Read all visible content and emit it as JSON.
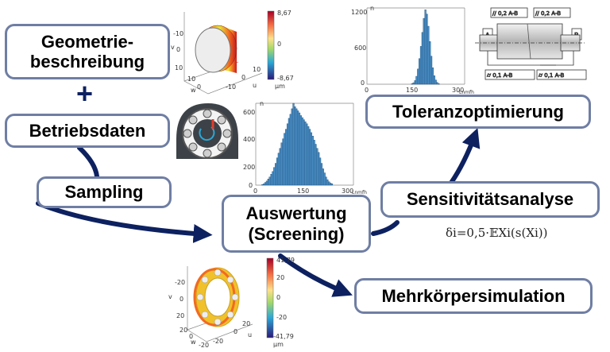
{
  "colors": {
    "box_border": "#6f7ea3",
    "arrow": "#0d2160",
    "bar_fill": "#4a90c8",
    "bar_stroke": "#1f4e79"
  },
  "boxes": {
    "geometry": "Geometrie-\nbeschreibung",
    "operating": "Betriebsdaten",
    "sampling": "Sampling",
    "evaluation": "Auswertung\n(Screening)",
    "sensitivity": "Sensitivitätsanalyse",
    "tolerance": "Toleranzoptimierung",
    "multibody": "Mehrkörpersimulation"
  },
  "plus": "+",
  "formula": "δi=0,5·𝔼Xi(s(Xi))",
  "disk_plot": {
    "ticks_y": [
      "-10",
      "0",
      "10"
    ],
    "ticks_w": [
      "10",
      "0"
    ],
    "ticks_u": [
      "-10",
      "0",
      "10"
    ],
    "axis_v": "v",
    "axis_w": "w",
    "axis_u": "u",
    "colorbar": [
      "8,67",
      "0",
      "-8,67"
    ],
    "unit": "µm"
  },
  "ring_plot": {
    "ticks_y": [
      "-20",
      "0",
      "20"
    ],
    "ticks_w": [
      "20",
      "0",
      "-20"
    ],
    "ticks_u": [
      "-20",
      "0",
      "20"
    ],
    "axis_v": "v",
    "axis_w": "w",
    "axis_u": "u",
    "colorbar": [
      "41,79",
      "20",
      "0",
      "-20",
      "-41,79"
    ],
    "unit": "µm"
  },
  "chart_data": [
    {
      "type": "bar",
      "ylabel": "n",
      "xlabel": "Lnmfh",
      "xlim": [
        0,
        330
      ],
      "ylim": [
        0,
        600
      ],
      "xticks": [
        "0",
        "150",
        "300"
      ],
      "yticks": [
        "0",
        "200",
        "400",
        "600"
      ],
      "bin_start": 20,
      "bin_width": 5,
      "values": [
        5,
        10,
        20,
        30,
        45,
        60,
        80,
        100,
        130,
        160,
        200,
        235,
        270,
        310,
        340,
        380,
        410,
        450,
        490,
        520,
        560,
        600,
        575,
        560,
        545,
        530,
        510,
        495,
        480,
        465,
        450,
        430,
        410,
        385,
        360,
        330,
        300,
        270,
        240,
        200,
        160,
        120,
        90,
        60,
        40,
        25,
        15,
        10
      ]
    },
    {
      "type": "bar",
      "ylabel": "n",
      "xlabel": "Lnmfh",
      "xlim": [
        0,
        330
      ],
      "ylim": [
        0,
        1250
      ],
      "xticks": [
        "0",
        "150",
        "300"
      ],
      "yticks": [
        "0",
        "600",
        "1200"
      ],
      "bin_start": 150,
      "bin_width": 5,
      "values": [
        10,
        25,
        60,
        130,
        250,
        420,
        620,
        850,
        1080,
        1220,
        1150,
        950,
        700,
        460,
        270,
        140,
        70,
        30,
        10
      ]
    }
  ],
  "drawing_labels": {
    "datum_left": "A",
    "datum_right": "B",
    "frame_top_left": "// 0,2 A-B",
    "frame_top_right": "// 0,2 A-B",
    "frame_bottom_left": "⌭ 0,1 A-B",
    "frame_bottom_right": "⌭ 0,1 A-B"
  }
}
